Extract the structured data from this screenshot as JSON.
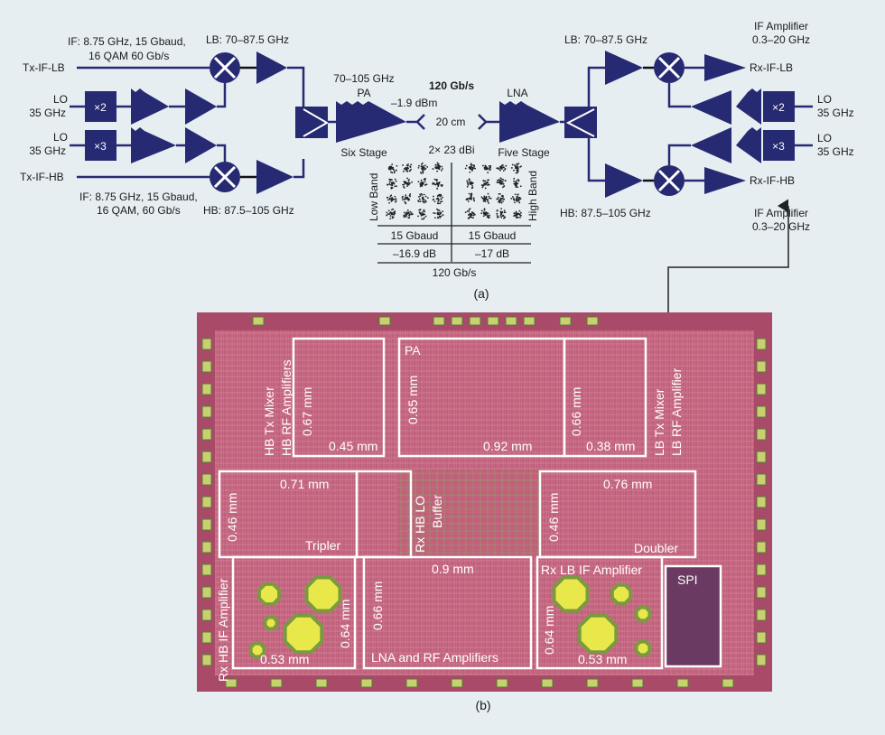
{
  "figure_a": {
    "tx": {
      "input_lb": "Tx-IF-LB",
      "input_hb": "Tx-IF-HB",
      "if_lb_line1": "IF: 8.75 GHz, 15 Gbaud,",
      "if_lb_line2": "16 QAM 60 Gb/s",
      "if_hb_line1": "IF: 8.75 GHz, 15 Gbaud,",
      "if_hb_line2": "16 QAM, 60 Gb/s",
      "lb_band": "LB: 70–87.5 GHz",
      "hb_band": "HB: 87.5–105 GHz",
      "lo1_line1": "LO",
      "lo1_line2": "35 GHz",
      "lo2_line1": "LO",
      "lo2_line2": "35 GHz",
      "doubler": "×2",
      "tripler": "×3",
      "pa_freq": "70–105 GHz",
      "pa_label": "PA",
      "pa_power": "–1.9 dBm",
      "pa_stages": "Six Stage"
    },
    "link": {
      "rate": "120 Gb/s",
      "distance": "20 cm",
      "antenna_gain": "2× 23 dBi"
    },
    "rx": {
      "lna_label": "LNA",
      "lna_stages": "Five Stage",
      "lb_band": "LB: 70–87.5 GHz",
      "hb_band": "HB: 87.5–105 GHz",
      "if_amp_top_line1": "IF Amplifier",
      "if_amp_top_line2": "0.3–20 GHz",
      "if_amp_bot_line1": "IF Amplifier",
      "if_amp_bot_line2": "0.3–20 GHz",
      "output_lb": "Rx-IF-LB",
      "output_hb": "Rx-IF-HB",
      "lo1_line1": "LO",
      "lo1_line2": "35 GHz",
      "lo2_line1": "LO",
      "lo2_line2": "35 GHz",
      "doubler": "×2",
      "tripler": "×3"
    },
    "constellation": {
      "low_band": "Low Band",
      "high_band": "High Band",
      "low_baud": "15 Gbaud",
      "high_baud": "15 Gbaud",
      "low_evm": "–16.9 dB",
      "high_evm": "–17 dB",
      "total": "120 Gb/s"
    },
    "caption": "(a)"
  },
  "figure_b": {
    "blocks": {
      "hb_tx": {
        "label1": "HB Tx Mixer",
        "label2": "HB RF Amplifiers",
        "h": "0.67 mm",
        "w": "0.45 mm"
      },
      "pa": {
        "label": "PA",
        "h": "0.65 mm",
        "w": "0.92 mm"
      },
      "lb_tx": {
        "label1": "LB Tx Mixer",
        "label2": "LB RF Amplifier",
        "h": "0.66 mm",
        "w": "0.38 mm"
      },
      "tripler": {
        "label": "Tripler",
        "h": "0.46 mm",
        "w": "0.71 mm"
      },
      "rx_hb_lo": {
        "label1": "Rx HB LO",
        "label2": "Buffer"
      },
      "doubler": {
        "label": "Doubler",
        "h": "0.46 mm",
        "w": "0.76 mm"
      },
      "rx_hb_if": {
        "label": "Rx HB IF Amplifier",
        "h": "0.64 mm",
        "w": "0.53 mm"
      },
      "lna": {
        "label": "LNA and RF Amplifiers",
        "h": "0.66 mm",
        "w": "0.9 mm"
      },
      "rx_lb_if": {
        "label": "Rx LB IF Amplifier",
        "h": "0.64 mm",
        "w": "0.53 mm"
      },
      "spi": {
        "label": "SPI"
      }
    },
    "caption": "(b)"
  },
  "colors": {
    "block": "#262a72",
    "chip": "#c46a82",
    "pad": "#d4d27a",
    "background": "#e6eef2"
  }
}
